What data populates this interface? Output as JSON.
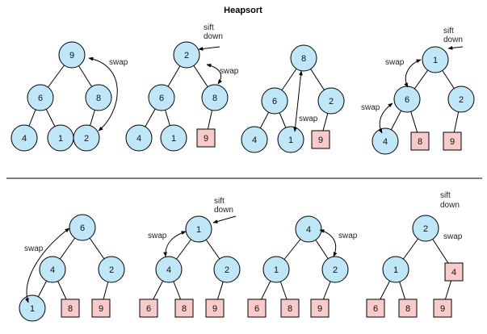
{
  "title": "Heapsort",
  "colors": {
    "heap_node": "#bfe7f7",
    "sorted_node": "#f8caca",
    "edge": "#000000",
    "rule": "#000000"
  },
  "labels": {
    "swap": "swap",
    "sift_line1": "sift",
    "sift_line2": "down"
  },
  "trees": [
    {
      "nodes": [
        {
          "id": "a",
          "v": "9",
          "shape": "circle"
        },
        {
          "id": "b",
          "v": "6",
          "shape": "circle"
        },
        {
          "id": "c",
          "v": "8",
          "shape": "circle"
        },
        {
          "id": "d",
          "v": "4",
          "shape": "circle"
        },
        {
          "id": "e",
          "v": "1",
          "shape": "circle"
        },
        {
          "id": "f",
          "v": "2",
          "shape": "circle"
        }
      ],
      "edges": [
        [
          "a",
          "b"
        ],
        [
          "a",
          "c"
        ],
        [
          "b",
          "d"
        ],
        [
          "b",
          "e"
        ],
        [
          "c",
          "f"
        ]
      ],
      "annotations": [
        "swap"
      ]
    },
    {
      "nodes": [
        {
          "id": "a",
          "v": "2",
          "shape": "circle"
        },
        {
          "id": "b",
          "v": "6",
          "shape": "circle"
        },
        {
          "id": "c",
          "v": "8",
          "shape": "circle"
        },
        {
          "id": "d",
          "v": "4",
          "shape": "circle"
        },
        {
          "id": "e",
          "v": "1",
          "shape": "circle"
        },
        {
          "id": "f",
          "v": "9",
          "shape": "square"
        }
      ],
      "edges": [
        [
          "a",
          "b"
        ],
        [
          "a",
          "c"
        ],
        [
          "b",
          "d"
        ],
        [
          "b",
          "e"
        ],
        [
          "c",
          "f"
        ]
      ],
      "annotations": [
        "sift down",
        "swap"
      ]
    },
    {
      "nodes": [
        {
          "id": "a",
          "v": "8",
          "shape": "circle"
        },
        {
          "id": "b",
          "v": "6",
          "shape": "circle"
        },
        {
          "id": "c",
          "v": "2",
          "shape": "circle"
        },
        {
          "id": "d",
          "v": "4",
          "shape": "circle"
        },
        {
          "id": "e",
          "v": "1",
          "shape": "circle"
        },
        {
          "id": "f",
          "v": "9",
          "shape": "square"
        }
      ],
      "edges": [
        [
          "a",
          "b"
        ],
        [
          "a",
          "c"
        ],
        [
          "b",
          "d"
        ],
        [
          "b",
          "e"
        ],
        [
          "c",
          "f"
        ]
      ],
      "annotations": [
        "swap"
      ]
    },
    {
      "nodes": [
        {
          "id": "a",
          "v": "1",
          "shape": "circle"
        },
        {
          "id": "b",
          "v": "6",
          "shape": "circle"
        },
        {
          "id": "c",
          "v": "2",
          "shape": "circle"
        },
        {
          "id": "d",
          "v": "4",
          "shape": "circle"
        },
        {
          "id": "e",
          "v": "8",
          "shape": "square"
        },
        {
          "id": "f",
          "v": "9",
          "shape": "square"
        }
      ],
      "edges": [
        [
          "a",
          "b"
        ],
        [
          "a",
          "c"
        ],
        [
          "b",
          "d"
        ],
        [
          "b",
          "e"
        ],
        [
          "c",
          "f"
        ]
      ],
      "annotations": [
        "sift down",
        "swap",
        "swap"
      ]
    },
    {
      "nodes": [
        {
          "id": "a",
          "v": "6",
          "shape": "circle"
        },
        {
          "id": "b",
          "v": "4",
          "shape": "circle"
        },
        {
          "id": "c",
          "v": "2",
          "shape": "circle"
        },
        {
          "id": "d",
          "v": "1",
          "shape": "circle"
        },
        {
          "id": "e",
          "v": "8",
          "shape": "square"
        },
        {
          "id": "f",
          "v": "9",
          "shape": "square"
        }
      ],
      "edges": [
        [
          "a",
          "b"
        ],
        [
          "a",
          "c"
        ],
        [
          "b",
          "d"
        ],
        [
          "b",
          "e"
        ],
        [
          "c",
          "f"
        ]
      ],
      "annotations": [
        "swap"
      ]
    },
    {
      "nodes": [
        {
          "id": "a",
          "v": "1",
          "shape": "circle"
        },
        {
          "id": "b",
          "v": "4",
          "shape": "circle"
        },
        {
          "id": "c",
          "v": "2",
          "shape": "circle"
        },
        {
          "id": "d",
          "v": "6",
          "shape": "square"
        },
        {
          "id": "e",
          "v": "8",
          "shape": "square"
        },
        {
          "id": "f",
          "v": "9",
          "shape": "square"
        }
      ],
      "edges": [
        [
          "a",
          "b"
        ],
        [
          "a",
          "c"
        ],
        [
          "b",
          "d"
        ],
        [
          "b",
          "e"
        ],
        [
          "c",
          "f"
        ]
      ],
      "annotations": [
        "sift down",
        "swap"
      ]
    },
    {
      "nodes": [
        {
          "id": "a",
          "v": "4",
          "shape": "circle"
        },
        {
          "id": "b",
          "v": "1",
          "shape": "circle"
        },
        {
          "id": "c",
          "v": "2",
          "shape": "circle"
        },
        {
          "id": "d",
          "v": "6",
          "shape": "square"
        },
        {
          "id": "e",
          "v": "8",
          "shape": "square"
        },
        {
          "id": "f",
          "v": "9",
          "shape": "square"
        }
      ],
      "edges": [
        [
          "a",
          "b"
        ],
        [
          "a",
          "c"
        ],
        [
          "b",
          "d"
        ],
        [
          "b",
          "e"
        ],
        [
          "c",
          "f"
        ]
      ],
      "annotations": [
        "swap"
      ]
    },
    {
      "nodes": [
        {
          "id": "a",
          "v": "2",
          "shape": "circle"
        },
        {
          "id": "b",
          "v": "1",
          "shape": "circle"
        },
        {
          "id": "c",
          "v": "4",
          "shape": "square"
        },
        {
          "id": "d",
          "v": "6",
          "shape": "square"
        },
        {
          "id": "e",
          "v": "8",
          "shape": "square"
        },
        {
          "id": "f",
          "v": "9",
          "shape": "square"
        }
      ],
      "edges": [
        [
          "a",
          "b"
        ],
        [
          "a",
          "c"
        ],
        [
          "b",
          "d"
        ],
        [
          "b",
          "e"
        ],
        [
          "c",
          "f"
        ]
      ],
      "annotations": [
        "sift down",
        "swap"
      ]
    }
  ]
}
